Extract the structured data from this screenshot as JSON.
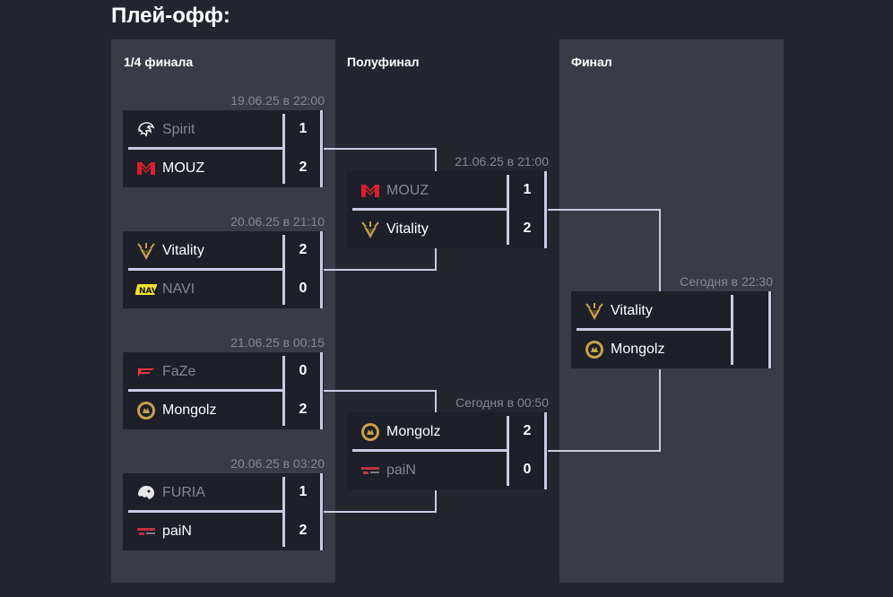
{
  "page": {
    "title": "Плей-офф:"
  },
  "rounds": {
    "quarter": "1/4 финала",
    "semi": "Полуфинал",
    "final": "Финал"
  },
  "matches": {
    "qf1": {
      "time": "19.06.25 в 22:00",
      "team1": {
        "name": "Spirit",
        "logo": "spirit-logo-icon",
        "score": "1"
      },
      "team2": {
        "name": "MOUZ",
        "logo": "mouz-logo-icon",
        "score": "2"
      }
    },
    "qf2": {
      "time": "20.06.25 в 21:10",
      "team1": {
        "name": "Vitality",
        "logo": "vitality-logo-icon",
        "score": "2"
      },
      "team2": {
        "name": "NAVI",
        "logo": "navi-logo-icon",
        "score": "0"
      }
    },
    "qf3": {
      "time": "21.06.25 в 00:15",
      "team1": {
        "name": "FaZe",
        "logo": "faze-logo-icon",
        "score": "0"
      },
      "team2": {
        "name": "Mongolz",
        "logo": "mongolz-logo-icon",
        "score": "2"
      }
    },
    "qf4": {
      "time": "20.06.25 в 03:20",
      "team1": {
        "name": "FURIA",
        "logo": "furia-logo-icon",
        "score": "1"
      },
      "team2": {
        "name": "paiN",
        "logo": "pain-logo-icon",
        "score": "2"
      }
    },
    "sf1": {
      "time": "21.06.25 в 21:00",
      "team1": {
        "name": "MOUZ",
        "logo": "mouz-logo-icon",
        "score": "1"
      },
      "team2": {
        "name": "Vitality",
        "logo": "vitality-logo-icon",
        "score": "2"
      }
    },
    "sf2": {
      "time": "Сегодня в 00:50",
      "team1": {
        "name": "Mongolz",
        "logo": "mongolz-logo-icon",
        "score": "2"
      },
      "team2": {
        "name": "paiN",
        "logo": "pain-logo-icon",
        "score": "0"
      }
    },
    "final": {
      "time": "Сегодня в 22:30",
      "team1": {
        "name": "Vitality",
        "logo": "vitality-logo-icon",
        "score": ""
      },
      "team2": {
        "name": "Mongolz",
        "logo": "mongolz-logo-icon",
        "score": ""
      }
    }
  },
  "colors": {
    "background": "#23252f",
    "column": "#393c48",
    "card": "#1d1f29",
    "connector": "#c8cbe4",
    "muted_text": "#85888f",
    "mouz_red": "#d8202e",
    "vitality_gold": "#c9a24a",
    "navi_yellow": "#f2e22a",
    "faze_red": "#e8393a"
  }
}
